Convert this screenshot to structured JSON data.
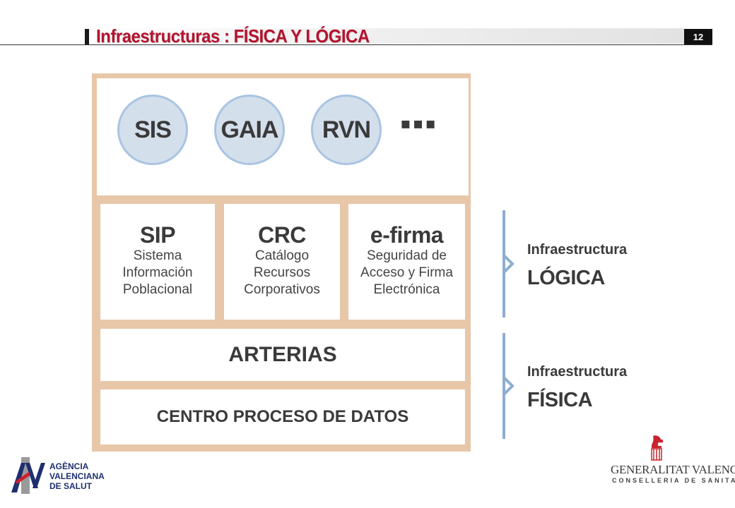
{
  "header": {
    "title": "Infraestructuras : FÍSICA Y LÓGICA",
    "page_number": "12"
  },
  "diagram": {
    "applications": [
      "SIS",
      "GAIA",
      "RVN"
    ],
    "ellipsis": "▪▪▪",
    "services": [
      {
        "title": "SIP",
        "lines": [
          "Sistema",
          "Información",
          "Poblacional"
        ]
      },
      {
        "title": "CRC",
        "lines": [
          "Catálogo",
          "Recursos",
          "Corporativos"
        ]
      },
      {
        "title": "e-firma",
        "lines": [
          "Seguridad de",
          "Acceso y Firma",
          "Electrónica"
        ]
      }
    ],
    "arterias": "ARTERIAS",
    "centro": "CENTRO PROCESO DE DATOS"
  },
  "labels": {
    "logica": {
      "sub": "Infraestructura",
      "main": "LÓGICA"
    },
    "fisica": {
      "sub": "Infraestructura",
      "main": "FÍSICA"
    }
  },
  "colors": {
    "title_red": "#b5122e",
    "frame_tan": "#e7c7a8",
    "circle_fill": "#d4dfec",
    "circle_border": "#a9c4e2",
    "bracket_blue": "#8eaed0",
    "avs_navy": "#1d2f6f"
  },
  "logos": {
    "avs": {
      "line1": "AGÈNCIA",
      "line2": "VALENCIANA",
      "line3": "DE SALUT"
    },
    "generalitat": {
      "name": "GENERALITAT VALENCIANA",
      "sub": "CONSELLERIA DE SANITAT"
    }
  }
}
